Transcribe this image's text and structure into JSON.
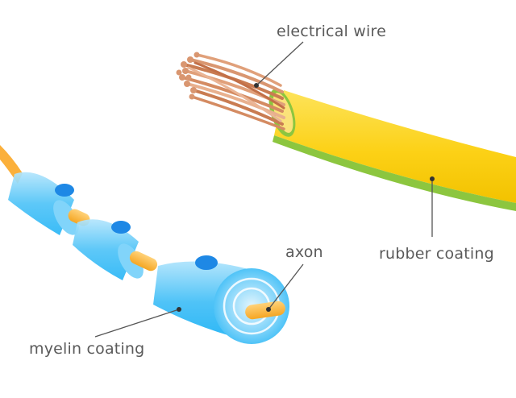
{
  "labels": {
    "electrical_wire": "electrical wire",
    "rubber_coating": "rubber coating",
    "axon": "axon",
    "myelin_coating": "myelin coating"
  },
  "colors": {
    "background": "#ffffff",
    "label_text": "#5a5a5a",
    "leader_line": "#555555",
    "rubber_yellow": "#fcd116",
    "rubber_green_stripe": "#8cc63f",
    "copper": "#d99670",
    "myelin_blue": "#4fc3f7",
    "myelin_light": "#b3e5fc",
    "node_dark_blue": "#1e88e5",
    "axon_orange": "#fbb03b"
  }
}
